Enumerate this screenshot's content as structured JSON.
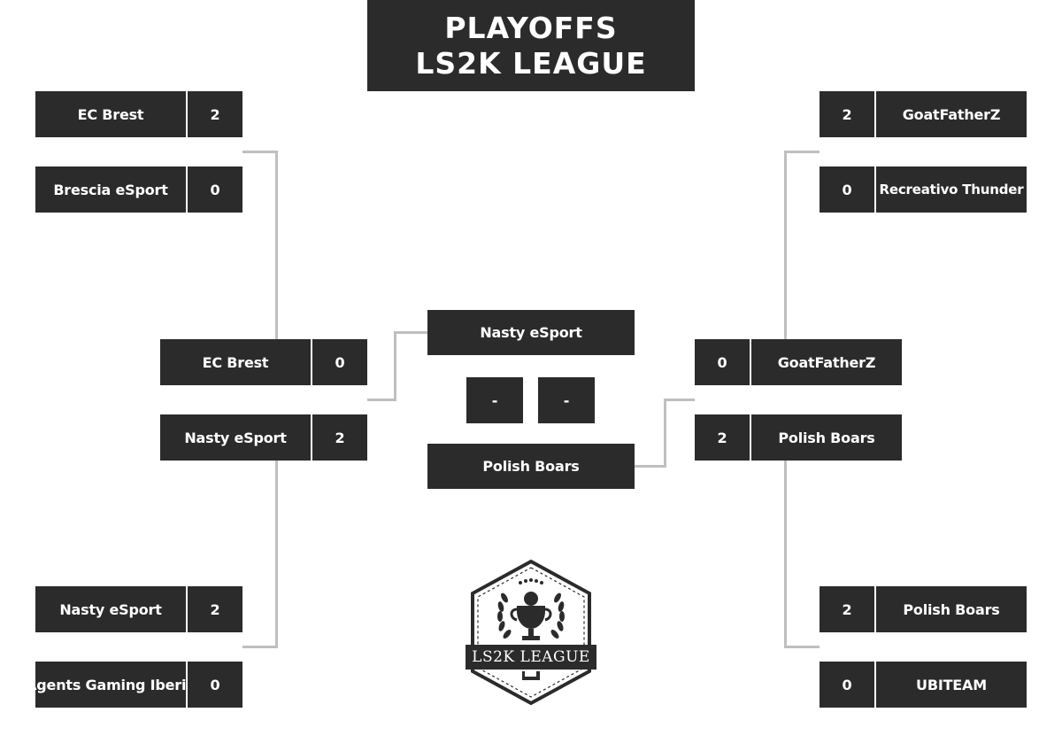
{
  "title": {
    "line1": "PLAYOFFS",
    "line2": "LS2K LEAGUE"
  },
  "left_quarter": [
    {
      "team": "EC Brest",
      "score": "2"
    },
    {
      "team": "Brescia eSport",
      "score": "0"
    },
    {
      "team": "Nasty eSport",
      "score": "2"
    },
    {
      "team": "Agents Gaming Iberia",
      "score": "0"
    }
  ],
  "left_semi": [
    {
      "team": "EC Brest",
      "score": "0"
    },
    {
      "team": "Nasty eSport",
      "score": "2"
    }
  ],
  "right_quarter": [
    {
      "team": "GoatFatherZ",
      "score": "2"
    },
    {
      "team": "Recreativo Thunder",
      "score": "0"
    },
    {
      "team": "Polish Boars",
      "score": "2"
    },
    {
      "team": "UBITEAM",
      "score": "0"
    }
  ],
  "right_semi": [
    {
      "team": "GoatFatherZ",
      "score": "0"
    },
    {
      "team": "Polish Boars",
      "score": "2"
    }
  ],
  "final": {
    "team_top": "Nasty eSport",
    "team_bottom": "Polish Boars",
    "score_left": "-",
    "score_right": "-"
  },
  "logo": {
    "text": "LS2K LEAGUE"
  },
  "colors": {
    "box": "#2b2b2b",
    "text": "#ffffff",
    "connector": "#bfbfbf"
  }
}
